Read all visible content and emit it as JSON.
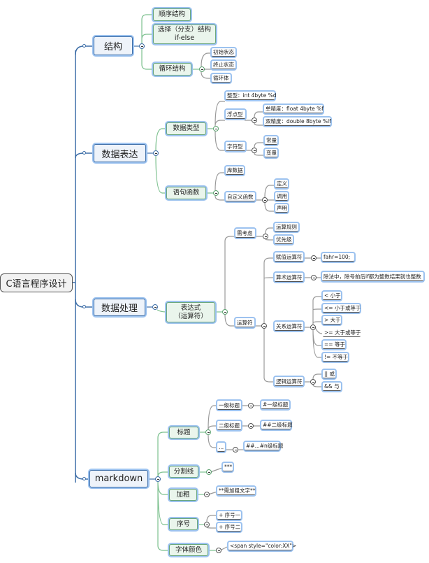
{
  "root": {
    "label": "C语言程序设计"
  },
  "branches": {
    "structure": {
      "label": "结构",
      "children": {
        "sequence": "顺序结构",
        "selection": [
          "选择（分支）结构",
          "if-else"
        ],
        "loop": {
          "label": "循环结构",
          "children": [
            "初始状态",
            "终止状态",
            "循环体"
          ]
        }
      }
    },
    "data_expression": {
      "label": "数据表达",
      "children": {
        "data_types": {
          "label": "数据类型",
          "int": "整型：int 4byte %d",
          "float": {
            "label": "浮点型",
            "children": [
              "单精度：float 4byte %f",
              "双精度：double 8byte %lf"
            ]
          },
          "char": {
            "label": "字符型",
            "children": [
              "常量",
              "变量"
            ]
          }
        },
        "functions": {
          "label": "语句函数",
          "library": "库数据",
          "custom": {
            "label": "自定义函数",
            "children": [
              "定义",
              "调用",
              "声明"
            ]
          }
        }
      }
    },
    "data_processing": {
      "label": "数据处理",
      "children": {
        "expression": {
          "label": [
            "表达式",
            "（运算符）"
          ],
          "consider": {
            "label": "需考虑",
            "children": [
              "运算规则",
              "优先级"
            ]
          },
          "operators": {
            "label": "运算符",
            "assignment": {
              "label": "赋值运算符",
              "child": "fahr=100;"
            },
            "arithmetic": {
              "label": "算术运算符",
              "child": "除法中，除号前后if都为整数结果就也整数"
            },
            "relational": {
              "label": "关系运算符",
              "children": [
                "< 小于",
                "<= 小于或等于",
                "> 大于",
                ">= 大于或等于",
                "== 等于",
                "!= 不等于"
              ]
            },
            "logical": {
              "label": "逻辑运算符",
              "children": [
                "|| 或",
                "&& 与"
              ]
            }
          }
        }
      }
    },
    "markdown": {
      "label": "markdown",
      "children": {
        "heading": {
          "label": "标题",
          "levels": [
            {
              "label": "一级标题",
              "child": "#一级标题"
            },
            {
              "label": "二级标题",
              "child": "##二级标题"
            },
            {
              "label": "...",
              "child": "##...#n级标题"
            }
          ]
        },
        "divider": {
          "label": "分割线",
          "child": "***"
        },
        "bold": {
          "label": "加粗",
          "child": "**需加粗文字**"
        },
        "list": {
          "label": "序号",
          "children": [
            "+ 序号一",
            "+ 序号二"
          ]
        },
        "font_color": {
          "label": "字体颜色",
          "child": "<span style=\"color:XX\">"
        }
      }
    }
  },
  "colors": {
    "main_link": "#3f6fa8",
    "sub_link": "#7cc08e",
    "leaf_link": "#999999",
    "highlight": "#9cc2ef"
  }
}
